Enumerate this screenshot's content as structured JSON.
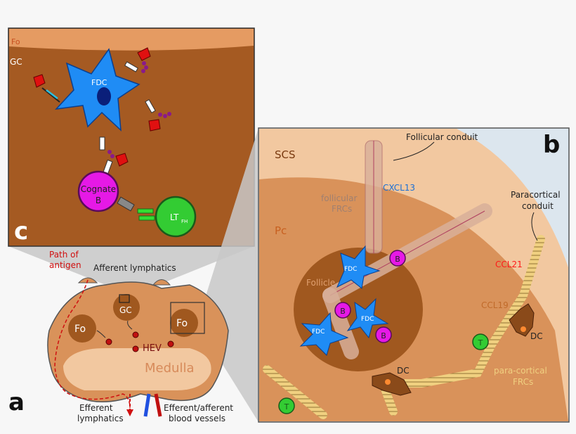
{
  "panel_c": {
    "label": "c",
    "fo": "Fo",
    "gc": "GC",
    "fdc": "FDC",
    "cognate_b_line1": "Cognate",
    "cognate_b_line2": "B",
    "ltfh_main": "LT",
    "ltfh_sub": "FH"
  },
  "panel_a": {
    "label": "a",
    "path_of_antigen_line1": "Path of",
    "path_of_antigen_line2": "antigen",
    "afferent_lymphatics": "Afferent lymphatics",
    "gc": "GC",
    "fo_left": "Fo",
    "fo_right": "Fo",
    "hev": "HEV",
    "medulla": "Medulla",
    "efferent_lymphatics_line1": "Efferent",
    "efferent_lymphatics_line2": "lymphatics",
    "blood_vessels_line1": "Efferent/afferent",
    "blood_vessels_line2": "blood vessels"
  },
  "panel_b": {
    "label": "b",
    "follicular_conduit": "Follicular conduit",
    "scs": "SCS",
    "cxcl13": "CXCL13",
    "follicular_frcs_line1": "follicular",
    "follicular_frcs_line2": "FRCs",
    "pc": "Pc",
    "paracortical_conduit_line1": "Paracortical",
    "paracortical_conduit_line2": "conduit",
    "ccl21": "CCL21",
    "ccl19": "CCL19",
    "follicle": "Follicle",
    "fdc": "FDC",
    "b": "B",
    "dc": "DC",
    "t": "T",
    "para_cortical_frcs_line1": "para-cortical",
    "para_cortical_frcs_line2": "FRCs"
  },
  "colors": {
    "fdc_blue": "#1f8cf5",
    "b_cell_magenta": "#e619e6",
    "t_cell_green": "#33cc33",
    "gc_brown": "#a0581f",
    "cortex": "#d9925a",
    "medulla": "#f2c8a0",
    "antigen_red": "#e01010",
    "ccl21_red": "#ff1a1a",
    "cxcl13_blue": "#1a6fd6",
    "frc_yellow": "#f0d080"
  }
}
